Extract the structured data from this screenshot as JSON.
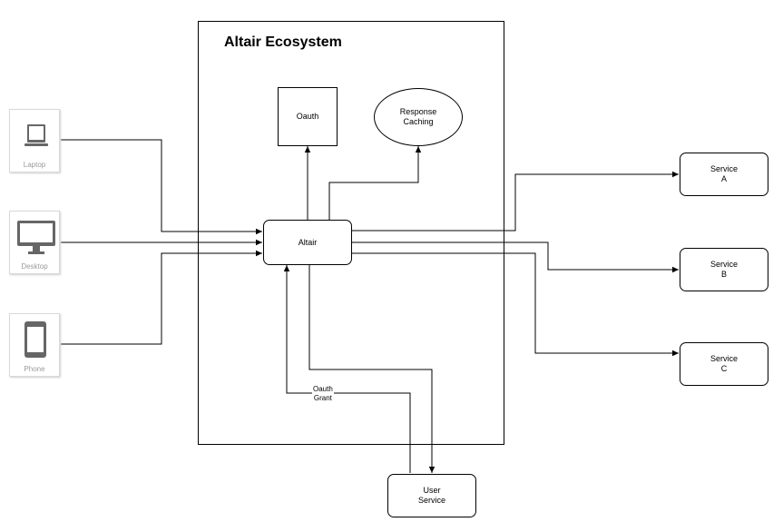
{
  "ecosystem": {
    "title": "Altair Ecosystem"
  },
  "clients": {
    "laptop": "Laptop",
    "desktop": "Desktop",
    "phone": "Phone"
  },
  "nodes": {
    "altair": "Altair",
    "oauth": "Oauth",
    "response_caching": "Response\nCaching",
    "service_a": "Service\nA",
    "service_b": "Service\nB",
    "service_c": "Service\nC",
    "user_service": "User\nService"
  },
  "edge_labels": {
    "oauth_grant": "Oauth\nGrant"
  },
  "colors": {
    "line": "#000000",
    "device_icon": "#666666",
    "device_label": "#9a9a9a"
  },
  "icons": {
    "laptop": "laptop-icon",
    "desktop": "desktop-monitor-icon",
    "phone": "mobile-phone-icon"
  }
}
